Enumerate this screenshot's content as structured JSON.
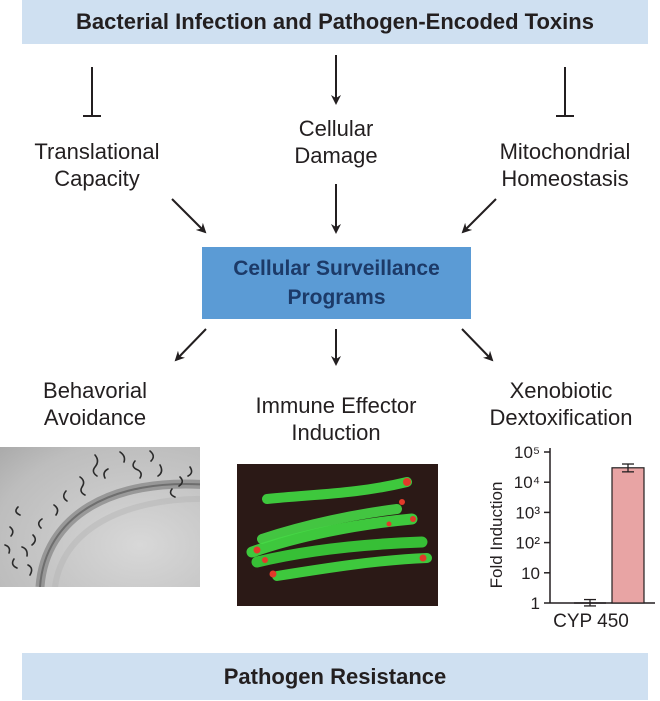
{
  "top_banner": "Bacterial Infection and Pathogen-Encoded Toxins",
  "bottom_banner": "Pathogen Resistance",
  "inputs": {
    "translational": [
      "Translational",
      "Capacity"
    ],
    "damage": [
      "Cellular",
      "Damage"
    ],
    "mitochondrial": [
      "Mitochondrial",
      "Homeostasis"
    ]
  },
  "center": [
    "Cellular Surveillance",
    "Programs"
  ],
  "outputs": {
    "avoidance": [
      "Behavorial",
      "Avoidance"
    ],
    "immune": [
      "Immune Effector",
      "Induction"
    ],
    "xenobiotic": [
      "Xenobiotic",
      "Dextoxification"
    ]
  },
  "colors": {
    "banner": "#cfe0f1",
    "center_box": "#5b9bd5",
    "bar": "#e8a4a4",
    "worm_green": "#3fd23f",
    "worm_red": "#e23a2a"
  },
  "chart_data": {
    "type": "bar",
    "categories": [
      "",
      ""
    ],
    "values": [
      1,
      30000
    ],
    "error_low": [
      0.8,
      22000
    ],
    "error_high": [
      1.3,
      40000
    ],
    "bar_fill": [
      "none",
      "#e8a4a4"
    ],
    "xlabel": "CYP 450",
    "ylabel": "Fold Induction",
    "y_scale": "log",
    "ylim": [
      1,
      100000
    ],
    "ytick_labels": [
      "1",
      "10",
      "10²",
      "10³",
      "10⁴",
      "10⁵"
    ]
  }
}
